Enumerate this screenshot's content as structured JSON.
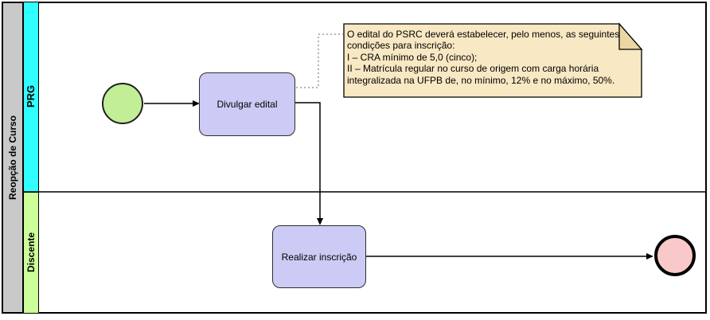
{
  "pool": {
    "label": "Reopção de Curso"
  },
  "lanes": {
    "prg": {
      "label": "PRG"
    },
    "discente": {
      "label": "Discente"
    }
  },
  "tasks": {
    "divulgar": {
      "label": "Divulgar edital"
    },
    "realizar": {
      "label": "Realizar inscrição"
    }
  },
  "annotation": {
    "lines": [
      "O edital do PSRC deverá estabelecer, pelo menos, as seguintes",
      "condições para inscrição:",
      "I – CRA mínimo de 5,0 (cinco);",
      "II – Matrícula regular no curso de origem com carga horária",
      "integralizada na UFPB de, no mínimo, 12% e no máximo, 50%."
    ]
  },
  "colors": {
    "pool_header": "#C9C9C9",
    "lane_prg": "#31FFFF",
    "lane_discente": "#CCFF99",
    "task_fill": "#CBCBF5",
    "annotation_fill": "#F8E8C3",
    "annotation_fold": "#EAD7A4",
    "start_event_fill": "#C3EE98",
    "end_event_fill": "#F9C9C9",
    "flow_line": "#000000",
    "association_line": "#8a8a8a"
  }
}
